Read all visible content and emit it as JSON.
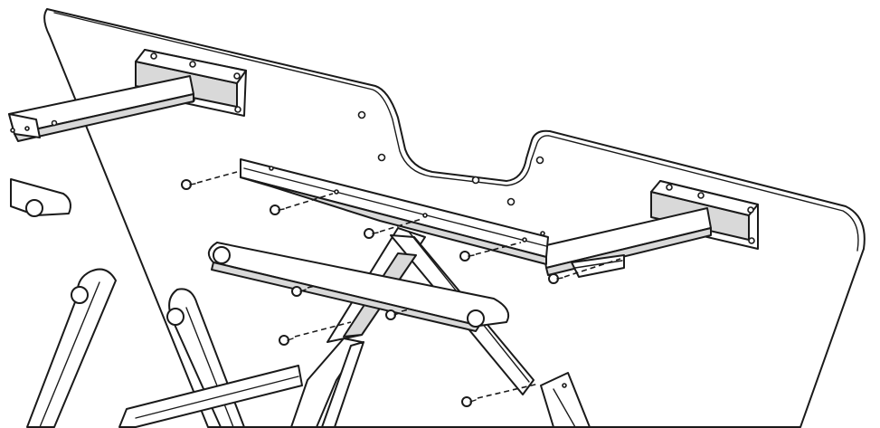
{
  "figure": {
    "kind": "assembly-diagram",
    "style": "black line art on white",
    "line_color": "#1a1a1a",
    "background": "#ffffff"
  },
  "parts": {
    "tabletop": "desk-top-upside-down",
    "mounting_plates": 2,
    "center_rail": "cross-rail",
    "screws_shown": 8
  }
}
